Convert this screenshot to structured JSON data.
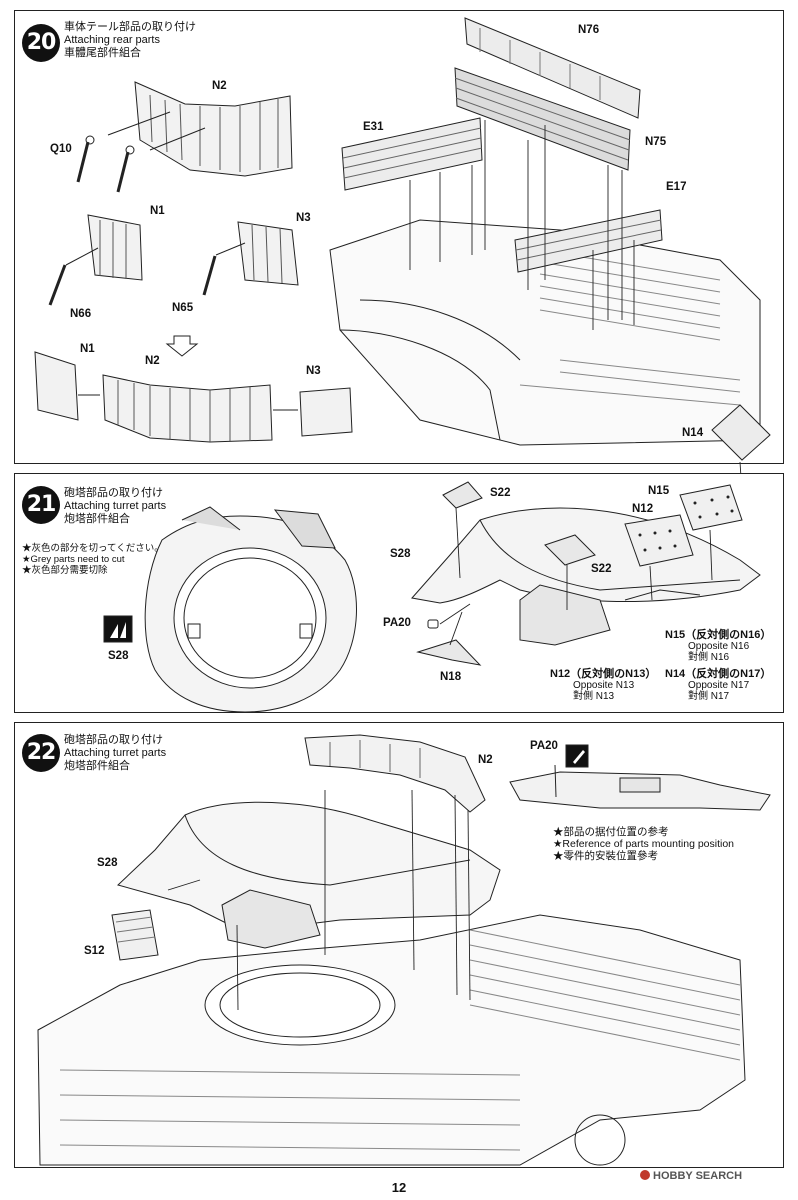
{
  "page_number": "12",
  "watermark": "HOBBY SEARCH",
  "step20": {
    "number": "20",
    "title_jp": "車体テール部品の取り付け",
    "title_en": "Attaching rear parts",
    "title_cn": "車體尾部件組合",
    "labels": {
      "n2": "N2",
      "q10": "Q10",
      "n1": "N1",
      "n3": "N3",
      "n66": "N66",
      "n65": "N65",
      "n1b": "N1",
      "n2b": "N2",
      "n3b": "N3",
      "e31": "E31",
      "n76": "N76",
      "n75": "N75",
      "e17": "E17",
      "n14": "N14"
    }
  },
  "step21": {
    "number": "21",
    "title_jp": "砲塔部品の取り付け",
    "title_en": "Attaching turret parts",
    "title_cn": "炮塔部件組合",
    "note_jp": "★灰色の部分を切ってください。",
    "note_en": "★Grey parts need to cut",
    "note_cn": "★灰色部分需要切除",
    "labels": {
      "s28a": "S28",
      "s22a": "S22",
      "s28b": "S28",
      "s22b": "S22",
      "pa20": "PA20",
      "n18": "N18",
      "n12": "N12",
      "n15": "N15"
    },
    "n15_note": {
      "main": "N15（反対側のN16）",
      "en": "Opposite N16",
      "cn": "對側 N16"
    },
    "n12_note": {
      "main": "N12（反対側のN13）",
      "en": "Opposite N13",
      "cn": "對側 N13"
    },
    "n14_note": {
      "main": "N14（反対側のN17）",
      "en": "Opposite N17",
      "cn": "對側 N17"
    }
  },
  "step22": {
    "number": "22",
    "title_jp": "砲塔部品の取り付け",
    "title_en": "Attaching turret parts",
    "title_cn": "炮塔部件組合",
    "labels": {
      "n2": "N2",
      "pa20": "PA20",
      "s28": "S28",
      "s12": "S12"
    },
    "ref_jp": "★部品の据付位置の参考",
    "ref_en": "★Reference of parts mounting position",
    "ref_cn": "★零件的安裝位置參考"
  }
}
